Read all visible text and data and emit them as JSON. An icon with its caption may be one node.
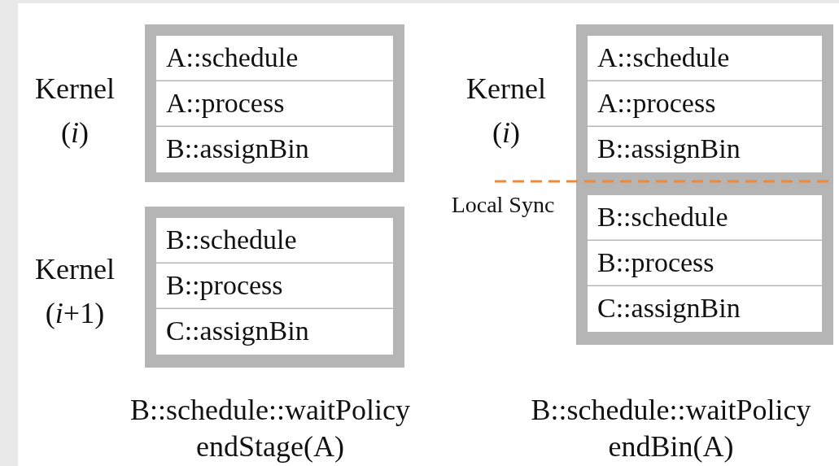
{
  "diagram": {
    "nodes": [
      {
        "text": [],
        "shape": "box",
        "beside": [
          "Kernel (*i*)"
        ]
      },
      {
        "text": [
          "A::schedule"
        ],
        "in": 0
      },
      {
        "text": [
          "A::process"
        ],
        "in": 0
      },
      {
        "text": [
          "B::assignBin"
        ],
        "in": 0
      },
      {
        "text": [],
        "shape": "box",
        "beside": [
          "Kernel (*i*+1)"
        ]
      },
      {
        "text": [
          "B::schedule"
        ],
        "in": 4
      },
      {
        "text": [
          "B::process"
        ],
        "in": 4
      },
      {
        "text": [
          "C::assignBin"
        ],
        "in": 4
      },
      {
        "text": [],
        "shape": "box",
        "beside": [
          "Kernel (*i*)"
        ]
      },
      {
        "text": [
          "A::schedule"
        ],
        "in": 8
      },
      {
        "text": [
          "A::process"
        ],
        "in": 8
      },
      {
        "text": [
          "B::assignBin"
        ],
        "in": 8
      },
      {
        "text": [
          "B::schedule"
        ],
        "in": 8
      },
      {
        "text": [
          "B::process"
        ],
        "in": 8
      },
      {
        "text": [
          "C::assignBin"
        ],
        "in": 8
      }
    ],
    "edges": [],
    "labels": [
      "Local Sync",
      "B::schedule::waitPolicy endStage(A)",
      "B::schedule::waitPolicy endBin(A)"
    ]
  }
}
